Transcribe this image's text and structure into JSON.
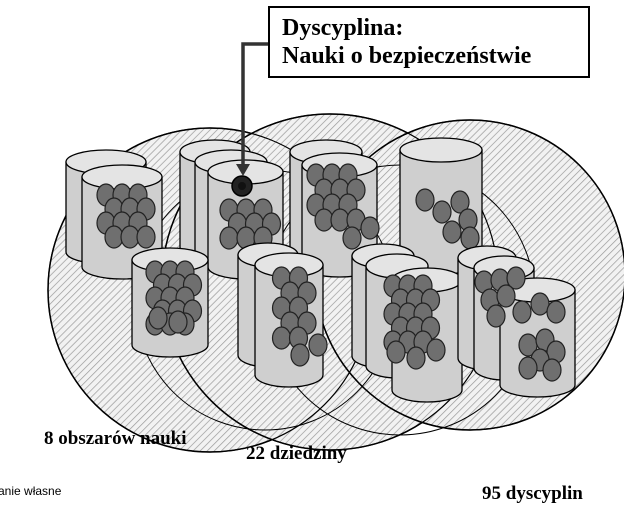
{
  "callout": {
    "line1": "Dyscyplina:",
    "line2": "Nauki o bezpieczeństwie"
  },
  "labels": {
    "areas": "8 obszarów nauki",
    "fields": "22 dziedziny",
    "disciplines": "95 dyscyplin",
    "source": "anie własne"
  },
  "colors": {
    "cylinder_fill": "#cfcfcf",
    "dot_fill": "#6f6f6f",
    "highlight_dot": "#222222",
    "hatch": "#9a9a9a"
  }
}
